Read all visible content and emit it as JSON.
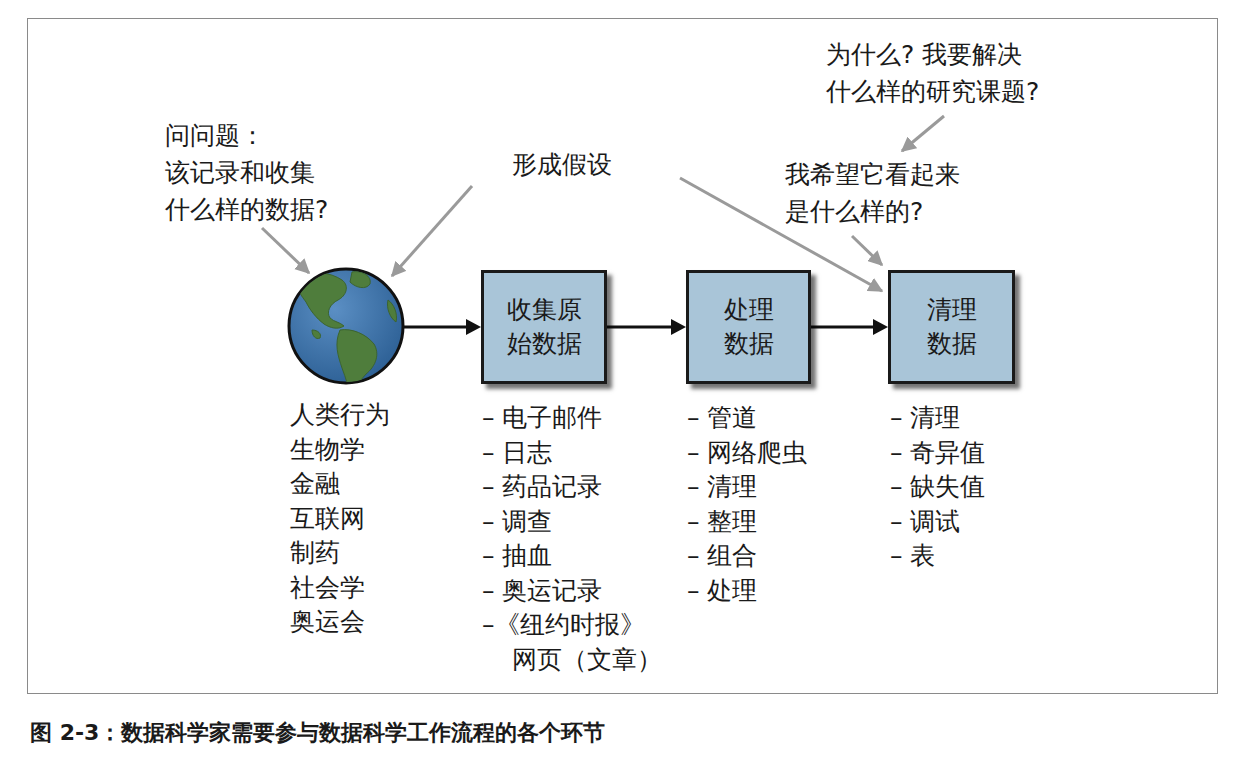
{
  "diagram": {
    "caption": "图 2-3：数据科学家需要参与数据科学工作流程的各个环节",
    "nodes": [
      {
        "text": [
          "人类行为",
          "生物学",
          "金融",
          "互联网",
          "制药",
          "社会学",
          "奥运会"
        ]
      },
      {
        "text": [
          "收集原 始数据",
          "– 电子邮件",
          "– 日志",
          "– 药品记录",
          "– 调查",
          "– 抽血",
          "– 奥运记录",
          "–《纽约时报》 网页（文章）"
        ]
      },
      {
        "text": [
          "处理 数据",
          "– 管道",
          "– 网络爬虫",
          "– 清理",
          "– 整理",
          "– 组合",
          "– 处理"
        ]
      },
      {
        "text": [
          "清理 数据",
          "– 清理",
          "– 奇异值",
          "– 缺失值",
          "– 调试",
          "– 表"
        ]
      }
    ],
    "edges": [
      {
        "from": 0,
        "to": 1,
        "arrow": "to"
      },
      {
        "from": 1,
        "to": 2,
        "arrow": "to"
      },
      {
        "from": 2,
        "to": 3,
        "arrow": "to"
      }
    ],
    "labels": [
      "问问题： 该记录和收集 什么样的数据?",
      "形成假设",
      "为什么? 我要解决 什么样的研究课题?",
      "我希望它看起来 是什么样的?"
    ]
  }
}
